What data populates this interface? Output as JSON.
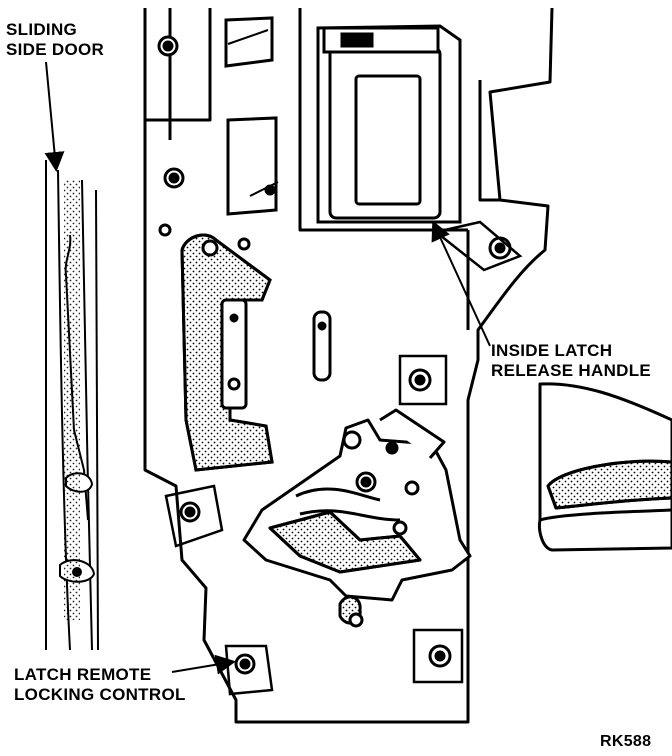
{
  "labels": {
    "sliding_side_door": [
      "SLIDING",
      "SIDE DOOR"
    ],
    "inside_latch_release_handle": [
      "INSIDE LATCH",
      "RELEASE HANDLE"
    ],
    "latch_remote_locking_control": [
      "LATCH REMOTE",
      "LOCKING CONTROL"
    ],
    "figure_code": "RK588"
  },
  "colors": {
    "ink": "#000000",
    "paper": "#ffffff"
  }
}
